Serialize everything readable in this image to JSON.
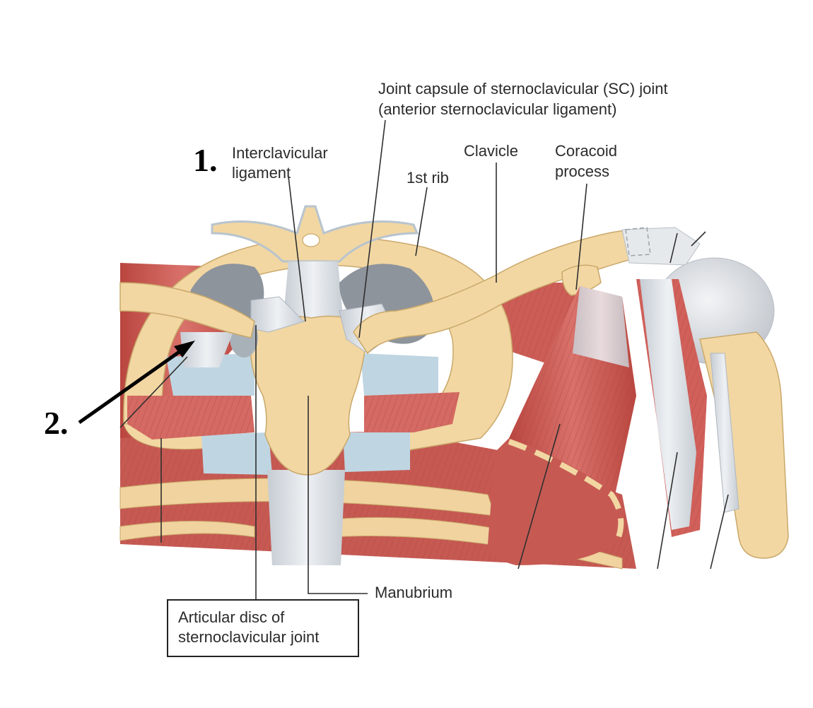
{
  "labels": {
    "interclavicular_line1": "Interclavicular",
    "interclavicular_line2": "ligament",
    "joint_capsule_line1": "Joint capsule of sternoclavicular (SC) joint",
    "joint_capsule_line2": "(anterior sternoclavicular ligament)",
    "first_rib": "1st rib",
    "clavicle": "Clavicle",
    "coracoid_line1": "Coracoid",
    "coracoid_line2": "process",
    "manubrium": "Manubrium",
    "articular_disc_line1": "Articular disc of",
    "articular_disc_line2": "sternoclavicular joint"
  },
  "markers": {
    "one": "1.",
    "two": "2."
  },
  "colors": {
    "bone": "#f2d7a3",
    "bone_outline": "#c9a86a",
    "muscle": "#c9554f",
    "muscle_light": "#e0807a",
    "ligament": "#d8dde3",
    "cartilage": "#bfd6e2",
    "cavity": "#8e949c"
  }
}
